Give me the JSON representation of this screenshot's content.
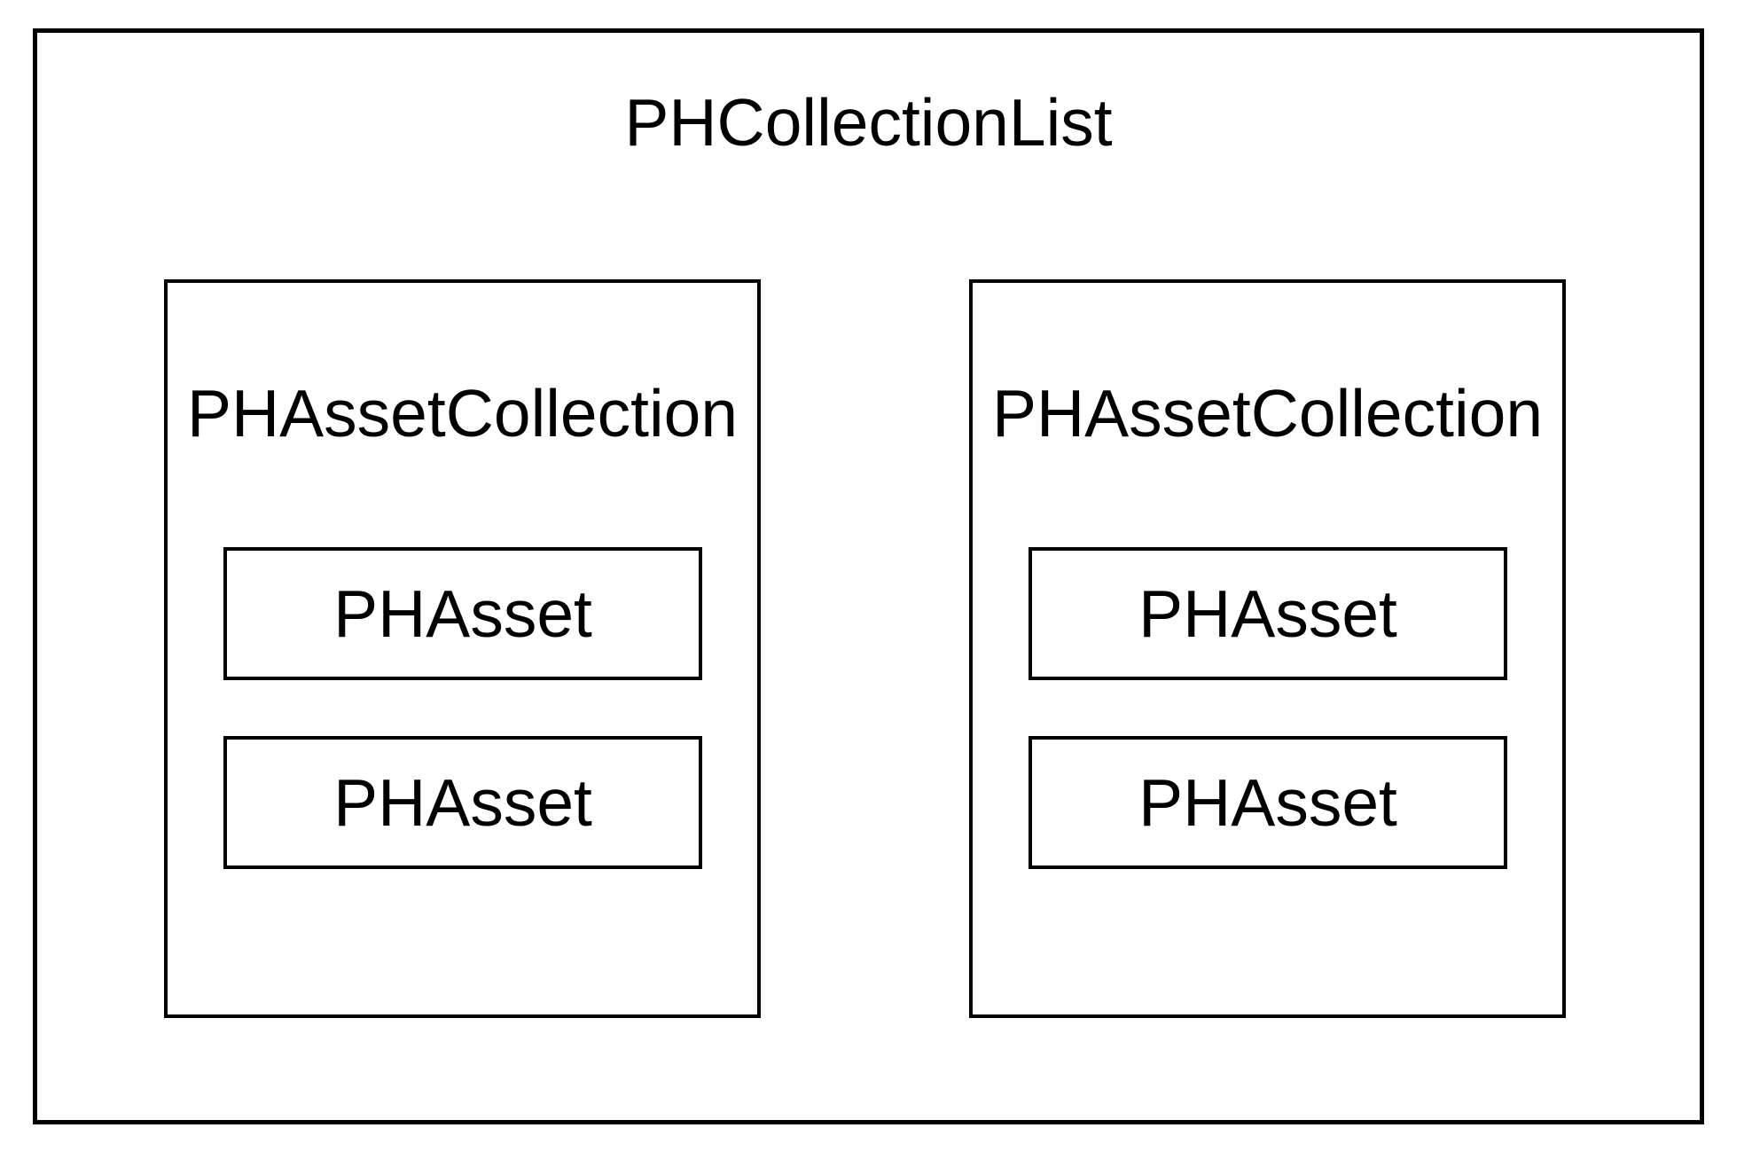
{
  "diagram": {
    "root": {
      "label": "PHCollectionList"
    },
    "collections": [
      {
        "label": "PHAssetCollection",
        "assets": [
          {
            "label": "PHAsset"
          },
          {
            "label": "PHAsset"
          }
        ]
      },
      {
        "label": "PHAssetCollection",
        "assets": [
          {
            "label": "PHAsset"
          },
          {
            "label": "PHAsset"
          }
        ]
      }
    ],
    "colors": {
      "border": "#000000",
      "background": "#ffffff",
      "text": "#000000"
    }
  }
}
